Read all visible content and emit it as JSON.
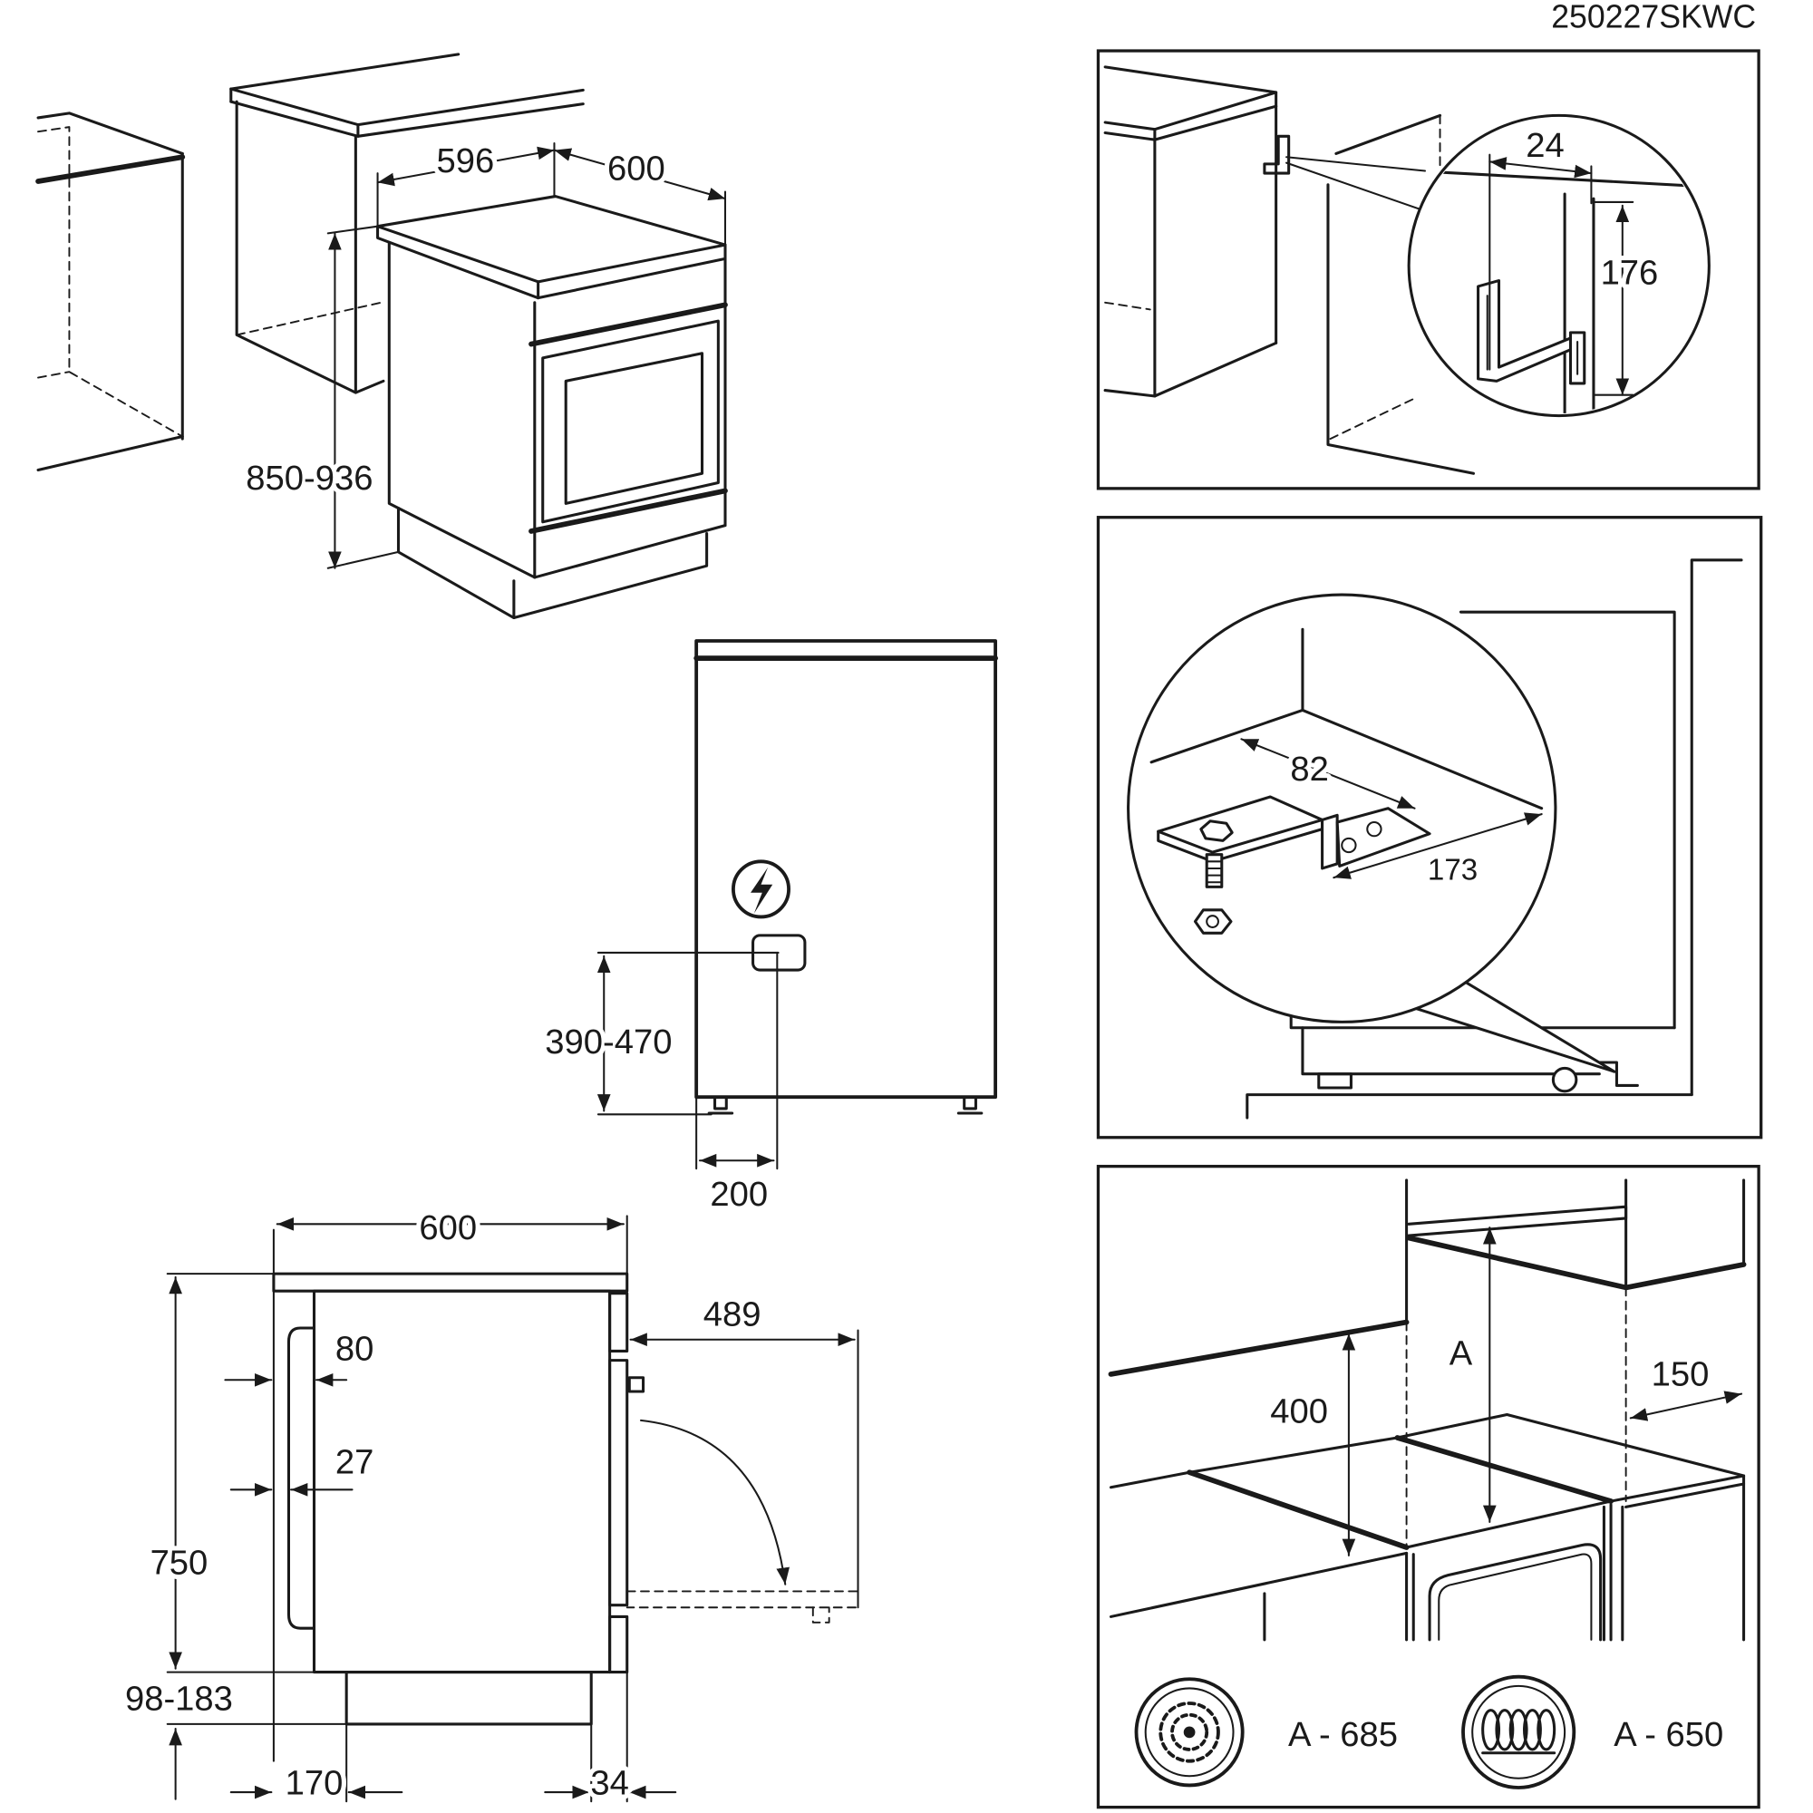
{
  "doc_code": "250227SKWC",
  "installation": {
    "width": "596",
    "depth": "600",
    "height": "850-936"
  },
  "wall_bracket": {
    "offset": "24",
    "height": "176"
  },
  "anti_tilt_bracket": {
    "length": "82",
    "width": "173"
  },
  "connection": {
    "height": "390-470",
    "offset": "200"
  },
  "side_view": {
    "width": "600",
    "door_open": "489",
    "handle_outer": "80",
    "handle_inner": "27",
    "height": "750",
    "plinth_height": "98-183",
    "plinth_front": "170",
    "rear": "34"
  },
  "hood_clearance": {
    "cabinet": "400",
    "hood_label": "A",
    "side": "150",
    "gas_hob": "A - 685",
    "electric_hob": "A - 650"
  },
  "icons": {
    "power_connection": "lightning-bolt-icon",
    "gas_hob": "gas-burner-icon",
    "electric_hob": "heating-coil-icon"
  },
  "colors": {
    "ink": "#1a1a1a",
    "paper": "#ffffff"
  }
}
